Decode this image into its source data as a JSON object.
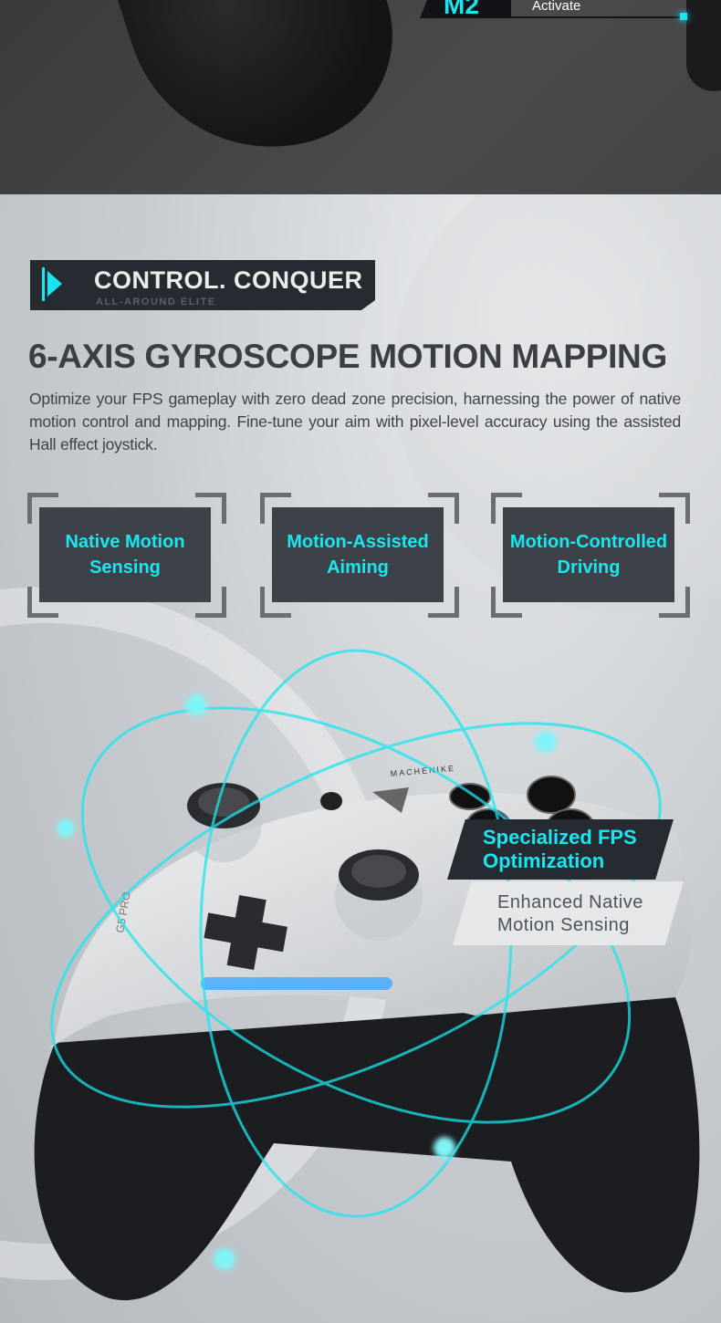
{
  "top_section": {
    "button_label": "M2",
    "caption": "Activate"
  },
  "banner": {
    "title": "CONTROL. CONQUER",
    "subtitle": "ALL-AROUND ELITE"
  },
  "heading": "6-AXIS GYROSCOPE MOTION MAPPING",
  "description": "Optimize your FPS gameplay with zero dead zone precision, harnessing the power of native motion control and mapping. Fine-tune your aim with pixel-level accuracy using the assisted Hall effect joystick.",
  "features": [
    {
      "label": "Native Motion Sensing"
    },
    {
      "label": "Motion-Assisted Aiming"
    },
    {
      "label": "Motion-Controlled Driving"
    }
  ],
  "controller": {
    "brand_logo": "MACHENIKE",
    "model_mark": "G5 PRO"
  },
  "callout": {
    "title": "Specialized FPS Optimization",
    "subtitle": "Enhanced Native Motion Sensing"
  },
  "colors": {
    "accent": "#19e6f0",
    "panel": "#262b31",
    "feature_box": "#3c4248",
    "heading": "#3b3f45"
  }
}
